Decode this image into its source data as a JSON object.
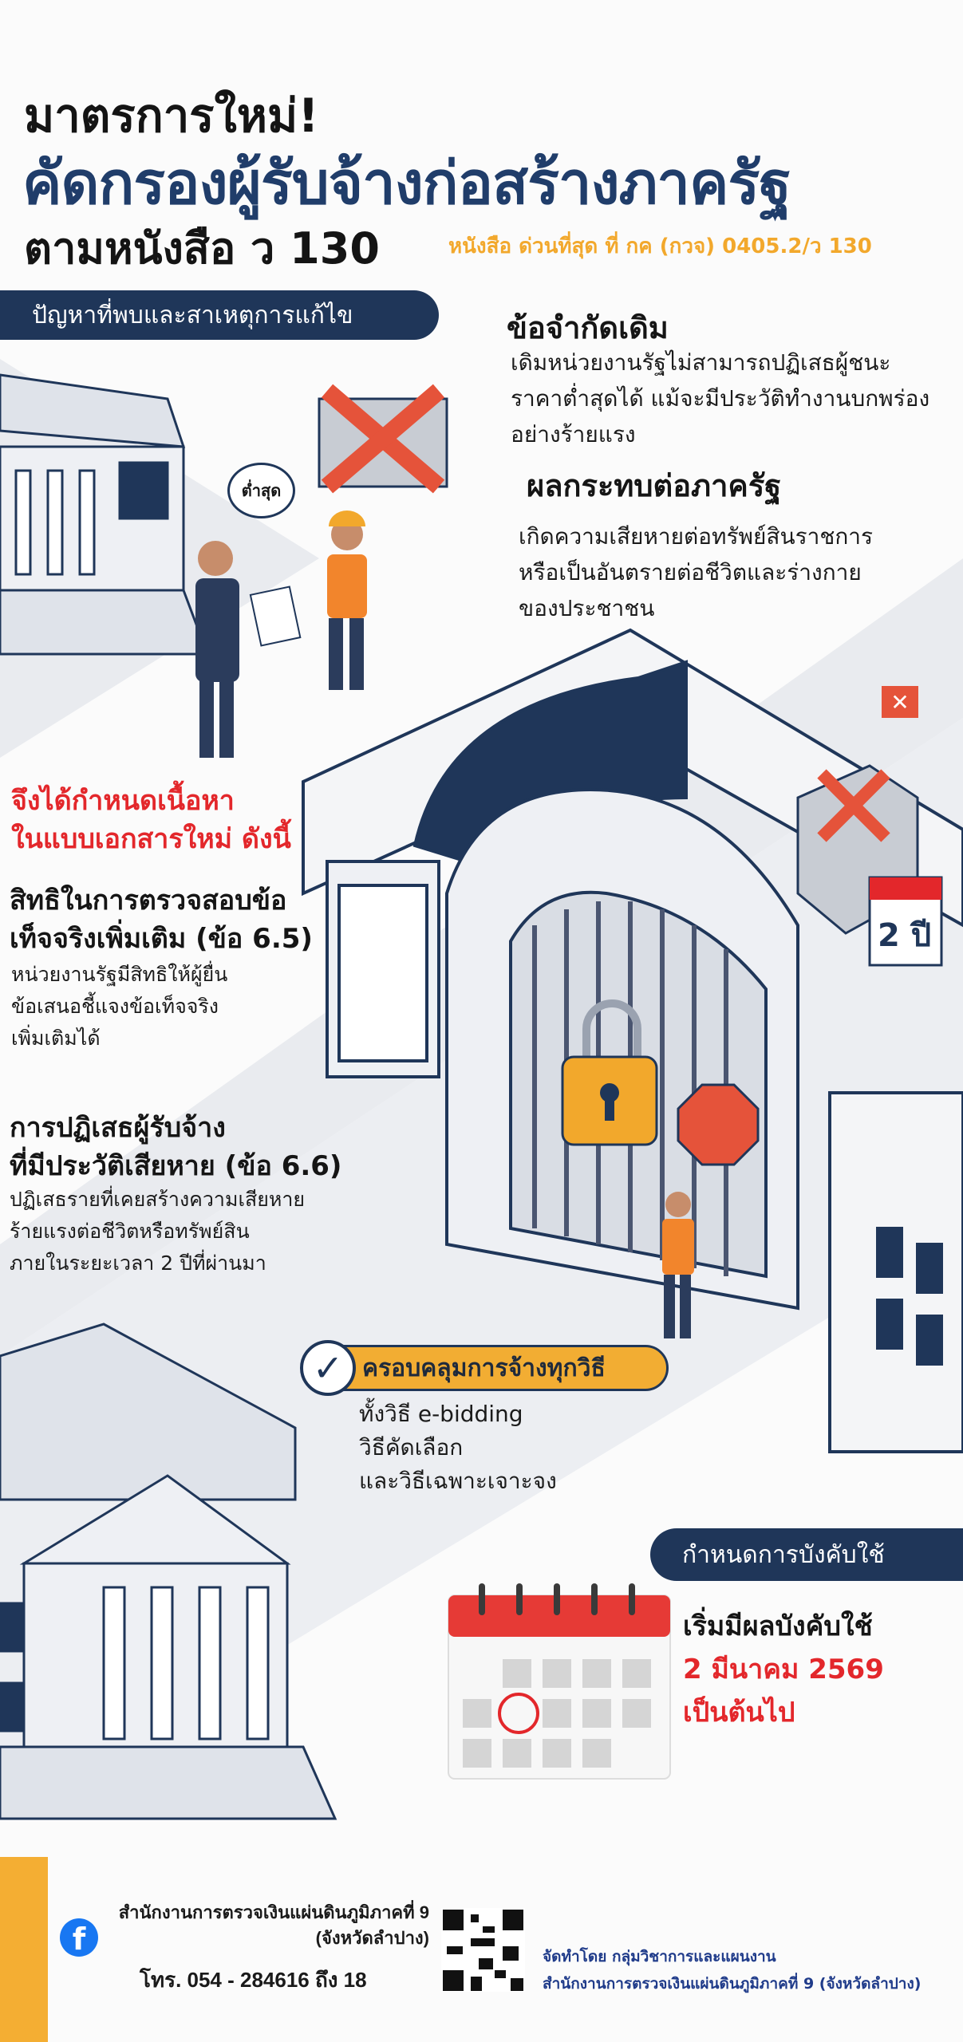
{
  "header": {
    "line1": "มาตรการใหม่!",
    "line2": "คัดกรองผู้รับจ้างก่อสร้างภาครัฐ",
    "line3": "ตามหนังสือ ว 130",
    "reference": "หนังสือ ด่วนที่สุด ที่ กค (กวจ) 0405.2/ว 130"
  },
  "problems": {
    "banner": "ปัญหาที่พบและสาเหตุการแก้ไข",
    "price_tag": "ต่ำสุด",
    "limitation_title": "ข้อจำกัดเดิม",
    "limitation_lines": [
      "เดิมหน่วยงานรัฐไม่สามารถปฏิเสธผู้ชนะ",
      "ราคาต่ำสุดได้ แม้จะมีประวัติทำงานบกพร่อง",
      "อย่างร้ายแรง"
    ],
    "impact_title": "ผลกระทบต่อภาครัฐ",
    "impact_lines": [
      "เกิดความเสียหายต่อทรัพย์สินราชการ",
      "หรือเป็นอันตรายต่อชีวิตและร่างกาย",
      "ของประชาชน"
    ],
    "calendar_badge": "2 ปี"
  },
  "new_content": {
    "heading_lines": [
      "จึงได้กำหนดเนื้อหา",
      "ในแบบเอกสารใหม่ ดังนี้"
    ],
    "item1_title": [
      "สิทธิในการตรวจสอบข้อ",
      "เท็จจริงเพิ่มเติม (ข้อ 6.5)"
    ],
    "item1_body": [
      "หน่วยงานรัฐมีสิทธิให้ผู้ยื่น",
      "ข้อเสนอชี้แจงข้อเท็จจริง",
      "เพิ่มเติมได้"
    ],
    "item2_title": [
      "การปฏิเสธผู้รับจ้าง",
      "ที่มีประวัติเสียหาย (ข้อ 6.6)"
    ],
    "item2_body": [
      "ปฏิเสธรายที่เคยสร้างความเสียหาย",
      "ร้ายแรงต่อชีวิตหรือทรัพย์สิน",
      "ภายในระยะเวลา 2 ปีที่ผ่านมา"
    ]
  },
  "coverage": {
    "label": "ครอบคลุมการจ้างทุกวิธี",
    "lines": [
      "ทั้งวิธี e-bidding",
      "วิธีคัดเลือก",
      "และวิธีเฉพาะเจาะจง"
    ]
  },
  "effective": {
    "banner": "กำหนดการบังคับใช้",
    "line1": "เริ่มมีผลบังคับใช้",
    "date": "2 มีนาคม 2569",
    "line3": "เป็นต้นไป"
  },
  "footer": {
    "org_line1": "สำนักงานการตรวจเงินแผ่นดินภูมิภาคที่ 9",
    "org_line2": "(จังหวัดลำปาง)",
    "phone": "โทร. 054 - 284616 ถึง 18",
    "credit_line1": "จัดทำโดย กลุ่มวิชาการและแผนงาน",
    "credit_line2": "สำนักงานการตรวจเงินแผ่นดินภูมิภาคที่ 9 (จังหวัดลำปาง)"
  },
  "colors": {
    "navy": "#1f3659",
    "title_navy": "#203d6a",
    "orange": "#f2a82c",
    "red": "#e3272b",
    "facebook": "#1877f2"
  }
}
